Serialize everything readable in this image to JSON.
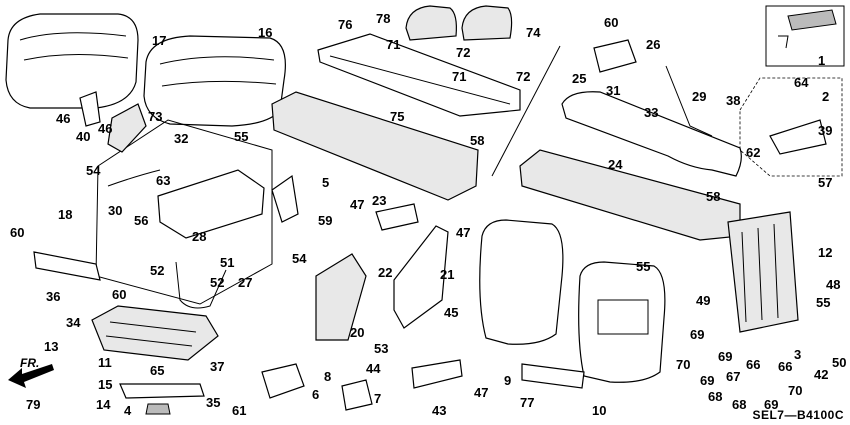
{
  "diagram_code": "SEL7—B4100C",
  "fr_label": "FR.",
  "callouts": {
    "c1": "1",
    "c2": "2",
    "c3": "3",
    "c4": "4",
    "c5": "5",
    "c6": "6",
    "c7": "7",
    "c8": "8",
    "c9": "9",
    "c10": "10",
    "c11": "11",
    "c12": "12",
    "c13": "13",
    "c14": "14",
    "c15": "15",
    "c16": "16",
    "c17": "17",
    "c18": "18",
    "c20": "20",
    "c21": "21",
    "c22": "22",
    "c23": "23",
    "c24": "24",
    "c25": "25",
    "c26": "26",
    "c27": "27",
    "c28": "28",
    "c29": "29",
    "c30": "30",
    "c31": "31",
    "c32": "32",
    "c33": "33",
    "c34": "34",
    "c35": "35",
    "c36": "36",
    "c37": "37",
    "c38": "38",
    "c39": "39",
    "c40": "40",
    "c42": "42",
    "c43": "43",
    "c44": "44",
    "c45": "45",
    "c46a": "46",
    "c46b": "46",
    "c47a": "47",
    "c47b": "47",
    "c47c": "47",
    "c48": "48",
    "c49": "49",
    "c50": "50",
    "c51": "51",
    "c52a": "52",
    "c52b": "52",
    "c53": "53",
    "c54a": "54",
    "c54b": "54",
    "c55a": "55",
    "c55b": "55",
    "c55c": "55",
    "c56": "56",
    "c57": "57",
    "c58a": "58",
    "c58b": "58",
    "c59": "59",
    "c60a": "60",
    "c60b": "60",
    "c60c": "60",
    "c61": "61",
    "c62": "62",
    "c63": "63",
    "c64": "64",
    "c65": "65",
    "c66a": "66",
    "c66b": "66",
    "c67": "67",
    "c68a": "68",
    "c68b": "68",
    "c69a": "69",
    "c69b": "69",
    "c69c": "69",
    "c69d": "69",
    "c70a": "70",
    "c70b": "70",
    "c71a": "71",
    "c71b": "71",
    "c72a": "72",
    "c72b": "72",
    "c73": "73",
    "c74": "74",
    "c75": "75",
    "c76": "76",
    "c77": "77",
    "c78": "78",
    "c79": "79"
  }
}
